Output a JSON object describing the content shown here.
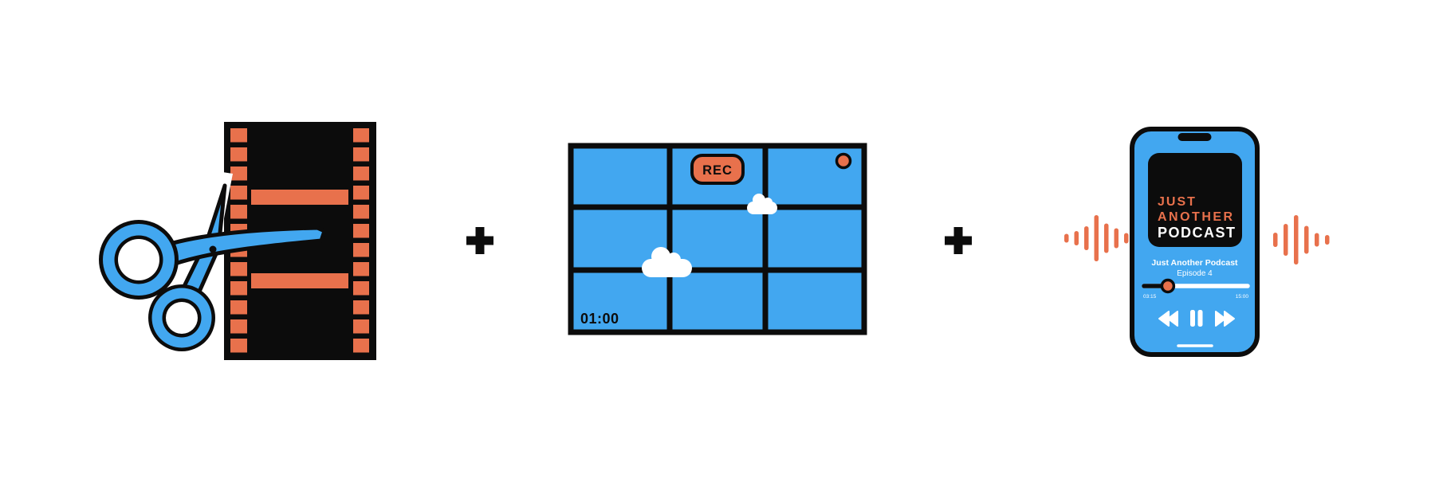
{
  "palette": {
    "blue": "#42A7F0",
    "orange": "#E8714C",
    "black": "#0C0C0C",
    "white": "#FFFFFF"
  },
  "composition": {
    "plus_separator": "+",
    "items": [
      "film-editing",
      "video-recording",
      "podcast-player"
    ]
  },
  "film_editing": {
    "icons": [
      "film-strip-icon",
      "scissors-icon"
    ]
  },
  "viewfinder": {
    "rec_label": "REC",
    "timestamp": "01:00",
    "grid": "3x3",
    "icons": [
      "record-dot-icon",
      "cloud-icon",
      "cloud-icon"
    ]
  },
  "podcast": {
    "album_line1": "JUST",
    "album_line2": "ANOTHER",
    "album_line3": "PODCAST",
    "track_title": "Just Another Podcast",
    "episode": "Episode 4",
    "time_elapsed": "03:15",
    "time_total": "15:00",
    "progress_percent": 23,
    "controls": [
      "rewind",
      "pause",
      "forward"
    ],
    "waveform_left": [
      11,
      18,
      30,
      58,
      37,
      25,
      13
    ],
    "waveform_right": [
      18,
      40,
      62,
      35,
      17,
      12
    ]
  }
}
